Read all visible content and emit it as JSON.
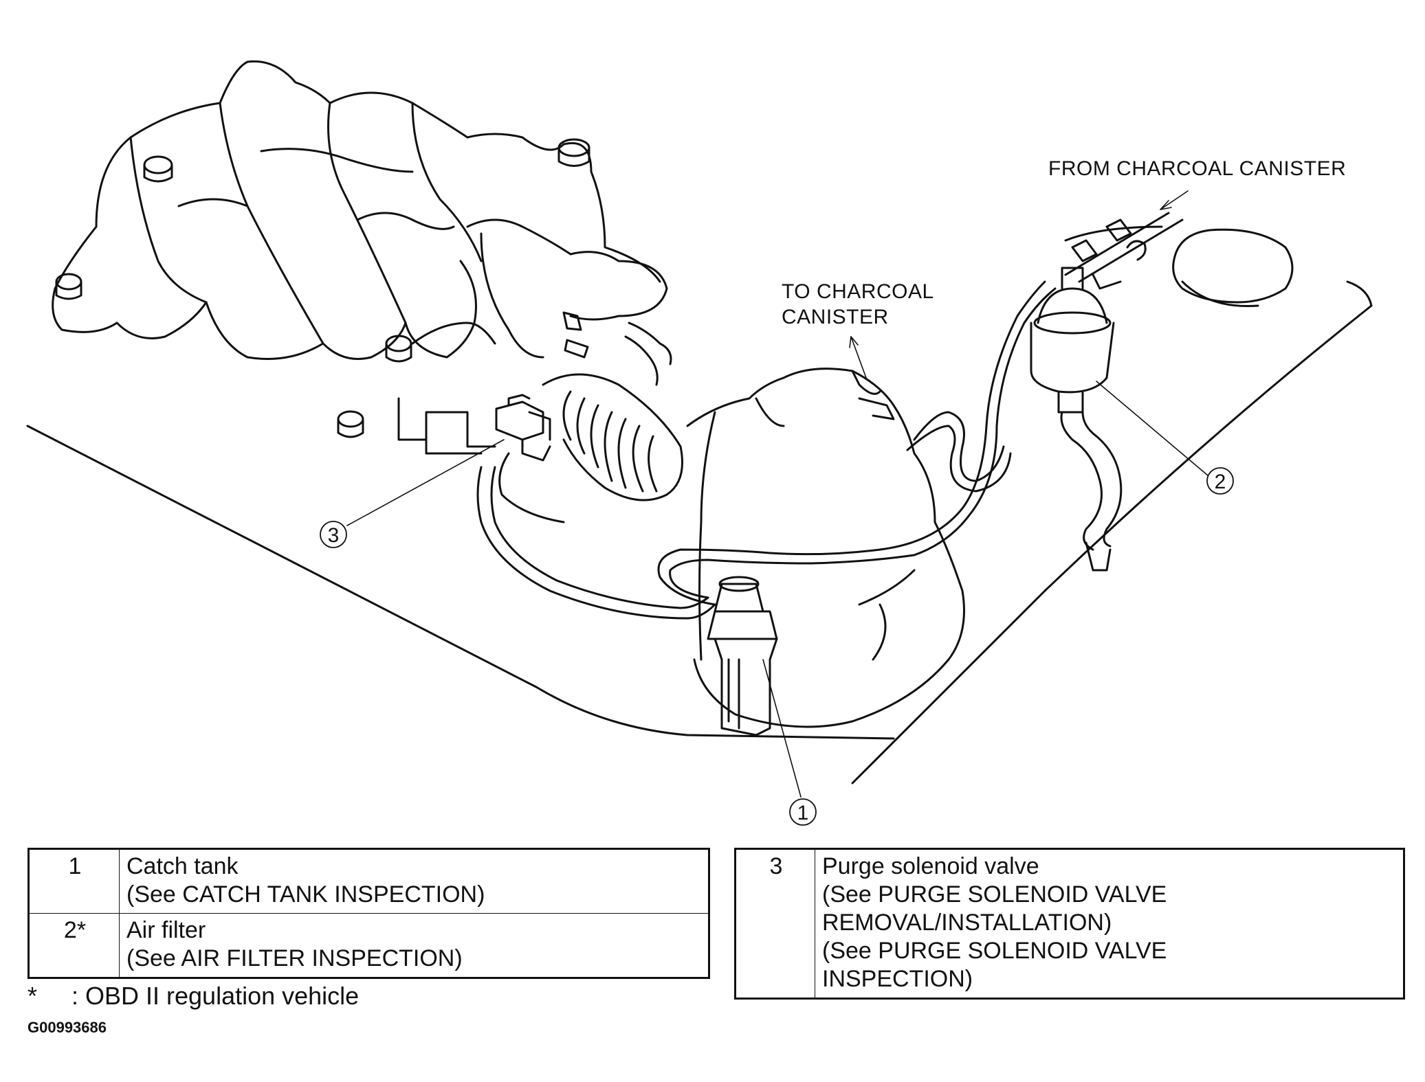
{
  "labels": {
    "from_canister": "FROM CHARCOAL CANISTER",
    "to_canister_1": "TO CHARCOAL",
    "to_canister_2": "CANISTER"
  },
  "callouts": [
    {
      "num": "1"
    },
    {
      "num": "2"
    },
    {
      "num": "3"
    }
  ],
  "legend_left": [
    {
      "num": "1",
      "line1": "Catch tank",
      "line2": "(See CATCH TANK INSPECTION)"
    },
    {
      "num": "2*",
      "line1": "Air filter",
      "line2": "(See AIR FILTER INSPECTION)"
    }
  ],
  "legend_right": {
    "num": "3",
    "lines": [
      "Purge solenoid valve",
      "(See PURGE SOLENOID VALVE",
      "REMOVAL/INSTALLATION)",
      "(See PURGE SOLENOID VALVE",
      "INSPECTION)"
    ]
  },
  "footnote": {
    "mark": "*",
    "text": ": OBD II regulation vehicle"
  },
  "figure_code": "G00993686"
}
